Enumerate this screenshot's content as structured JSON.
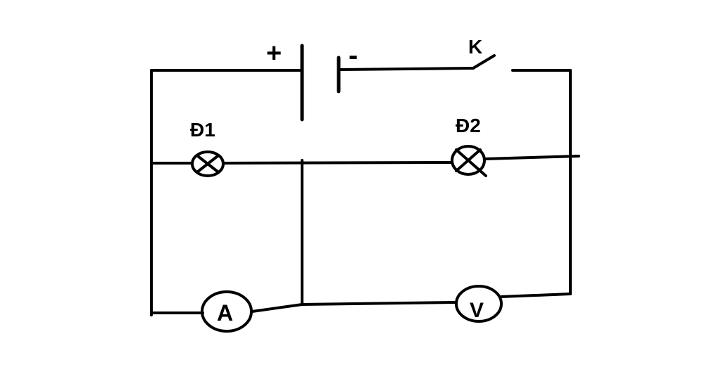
{
  "labels": {
    "plus": "+",
    "minus": "-",
    "switch": "K",
    "lamp1": "Đ1",
    "lamp2": "Đ2",
    "ammeter": "A",
    "voltmeter": "V"
  },
  "colors": {
    "ink": "#000000",
    "background": "#ffffff"
  }
}
